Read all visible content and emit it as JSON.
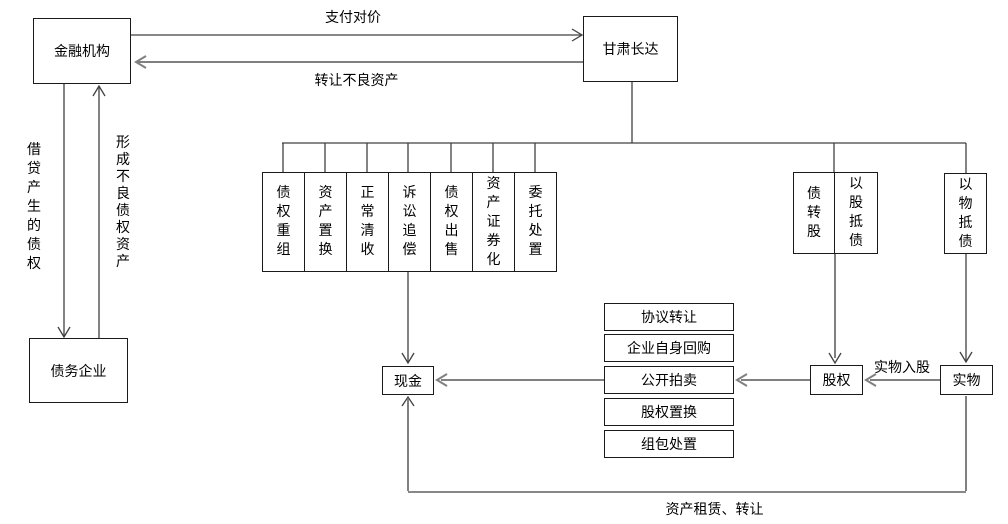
{
  "nodes": {
    "financial_institution": "金融机构",
    "gansu_changda": "甘肃长达",
    "debtor_enterprise": "债务企业",
    "cash": "现金",
    "equity": "股权",
    "physical_asset": "实物",
    "debt_to_equity": "债转股",
    "equity_offsets_debt": "以股抵债",
    "goods_offset_debt": "以物抵债"
  },
  "disposal_methods": [
    "债权重组",
    "资产置换",
    "正常清收",
    "诉讼追偿",
    "债权出售",
    "资产证券化",
    "委托处置"
  ],
  "equity_transfer_methods": [
    "协议转让",
    "企业自身回购",
    "公开拍卖",
    "股权置换",
    "组包处置"
  ],
  "edge_labels": {
    "pay_consideration": "支付对价",
    "transfer_npa": "转让不良资产",
    "loan_claims": "借贷产生的债权",
    "form_npa": "形成不良债权资产",
    "physical_investment": "实物入股",
    "asset_lease_transfer": "资产租赁、转让"
  },
  "colors": {
    "line": "#404040",
    "line_gray": "#808080",
    "border": "#1a1a1a",
    "background": "#ffffff",
    "text": "#000000"
  }
}
